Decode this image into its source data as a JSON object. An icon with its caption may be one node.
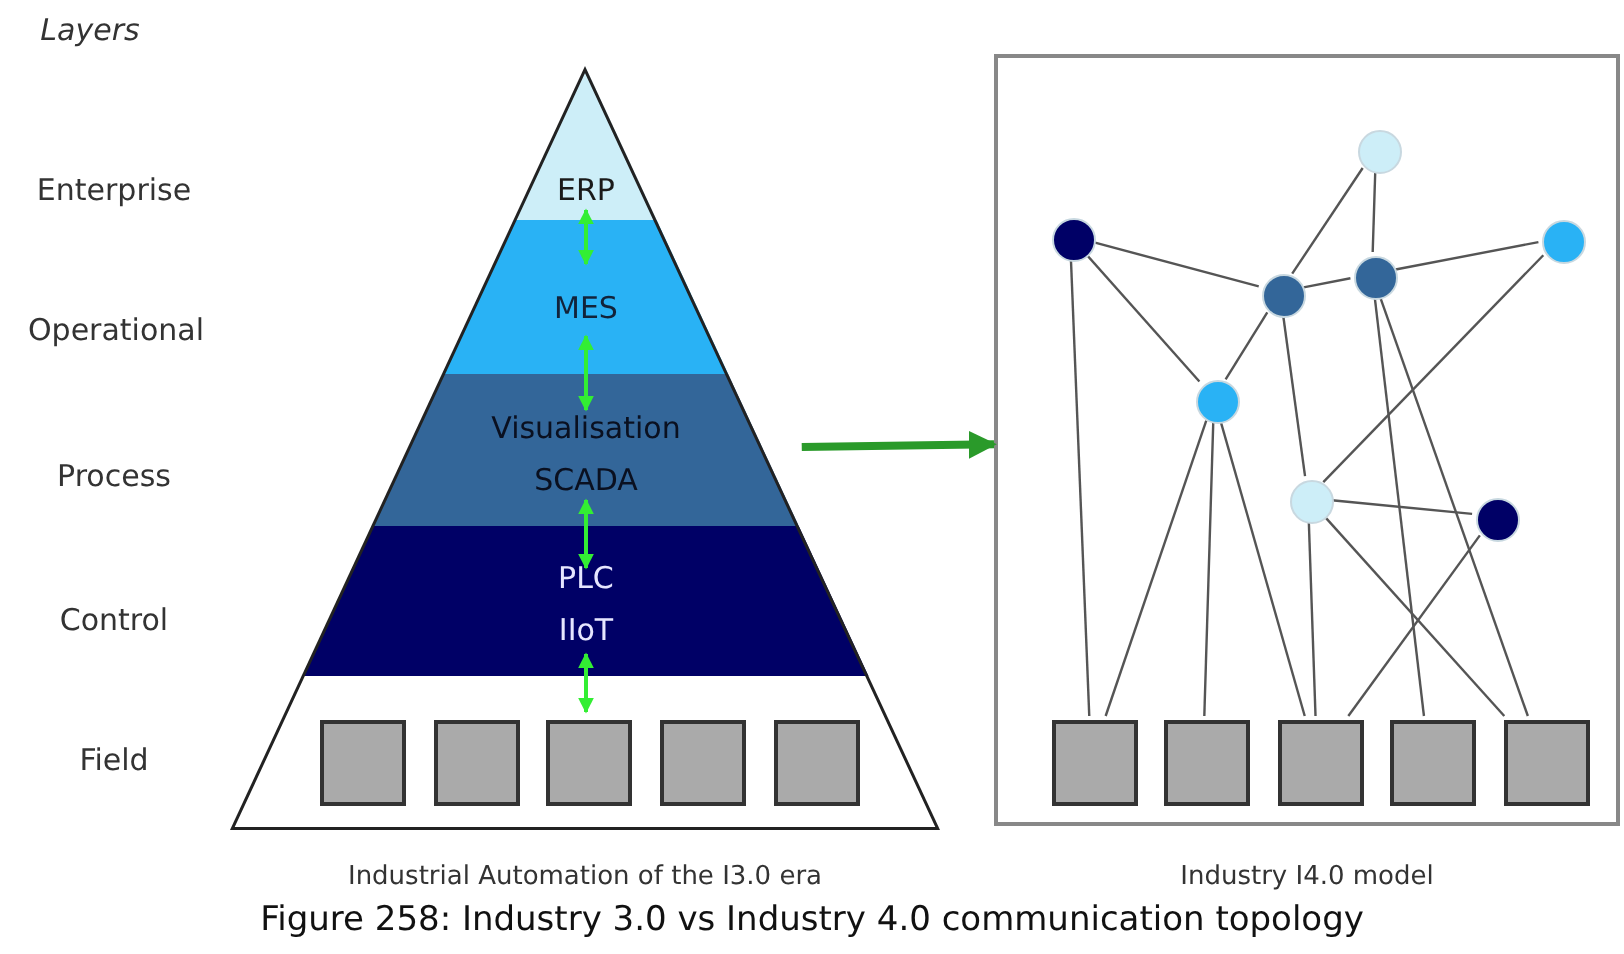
{
  "diagram": {
    "caption": "Figure 258: Industry 3.0 vs Industry 4.0 communication topology",
    "nodes": [
      {
        "text": [],
        "shape": "triangle",
        "beside": [
          "Industrial Automation of the I3.0 era"
        ]
      },
      {
        "text": [
          "ERP"
        ],
        "in": 0
      },
      {
        "text": [
          "MES"
        ],
        "in": 0
      },
      {
        "text": [
          "Visualisation",
          "SCADA"
        ],
        "in": 0
      },
      {
        "text": [
          "PLC",
          "IIoT"
        ],
        "in": 0
      },
      {
        "text": [],
        "shape": "band",
        "in": 0
      },
      {
        "text": [],
        "shape": "box",
        "in": 5
      },
      {
        "text": [],
        "shape": "box",
        "in": 5
      },
      {
        "text": [],
        "shape": "box",
        "in": 5
      },
      {
        "text": [],
        "shape": "box",
        "in": 5
      },
      {
        "text": [],
        "shape": "box",
        "in": 5
      },
      {
        "text": [],
        "shape": "box",
        "beside": [
          "Industry I4.0 model"
        ]
      },
      {
        "text": [],
        "shape": "circle",
        "in": 11
      },
      {
        "text": [],
        "shape": "circle",
        "in": 11
      },
      {
        "text": [],
        "shape": "circle",
        "in": 11
      },
      {
        "text": [],
        "shape": "circle",
        "in": 11
      },
      {
        "text": [],
        "shape": "circle",
        "in": 11
      },
      {
        "text": [],
        "shape": "circle",
        "in": 11
      },
      {
        "text": [],
        "shape": "circle",
        "in": 11
      },
      {
        "text": [],
        "shape": "circle",
        "in": 11
      },
      {
        "text": [],
        "shape": "box",
        "in": 11
      },
      {
        "text": [],
        "shape": "box",
        "in": 11
      },
      {
        "text": [],
        "shape": "box",
        "in": 11
      },
      {
        "text": [],
        "shape": "box",
        "in": 11
      },
      {
        "text": [],
        "shape": "box",
        "in": 11
      }
    ],
    "edges": [
      {
        "from": 1,
        "to": 2,
        "arrow": "both",
        "color": "#33ee33"
      },
      {
        "from": 2,
        "to": 3,
        "arrow": "both",
        "color": "#33ee33"
      },
      {
        "from": 3,
        "to": 4,
        "arrow": "both",
        "color": "#33ee33"
      },
      {
        "from": 4,
        "to": 5,
        "arrow": "both",
        "color": "#33ee33"
      },
      {
        "from": 3,
        "to": 11,
        "arrow": "to",
        "style": "thick",
        "color": "#2a9a2a"
      },
      {
        "from": 12,
        "to": 14,
        "arrow": "none"
      },
      {
        "from": 12,
        "to": 15,
        "arrow": "none"
      },
      {
        "from": 13,
        "to": 14,
        "arrow": "none"
      },
      {
        "from": 13,
        "to": 17,
        "arrow": "none"
      },
      {
        "from": 14,
        "to": 15,
        "arrow": "none"
      },
      {
        "from": 15,
        "to": 16,
        "arrow": "none"
      },
      {
        "from": 14,
        "to": 17,
        "arrow": "none"
      },
      {
        "from": 14,
        "to": 18,
        "arrow": "none"
      },
      {
        "from": 16,
        "to": 18,
        "arrow": "none"
      },
      {
        "from": 13,
        "to": 20,
        "arrow": "none"
      },
      {
        "from": 17,
        "to": 20,
        "arrow": "none"
      },
      {
        "from": 17,
        "to": 21,
        "arrow": "none"
      },
      {
        "from": 17,
        "to": 22,
        "arrow": "none"
      },
      {
        "from": 15,
        "to": 23,
        "arrow": "none"
      },
      {
        "from": 15,
        "to": 24,
        "arrow": "none"
      },
      {
        "from": 18,
        "to": 19,
        "arrow": "none"
      },
      {
        "from": 18,
        "to": 22,
        "arrow": "none"
      },
      {
        "from": 18,
        "to": 24,
        "arrow": "none"
      },
      {
        "from": 19,
        "to": 22,
        "arrow": "none"
      }
    ],
    "labels": [
      "Layers",
      "Enterprise",
      "Operational",
      "Process",
      "Control",
      "Field"
    ]
  }
}
